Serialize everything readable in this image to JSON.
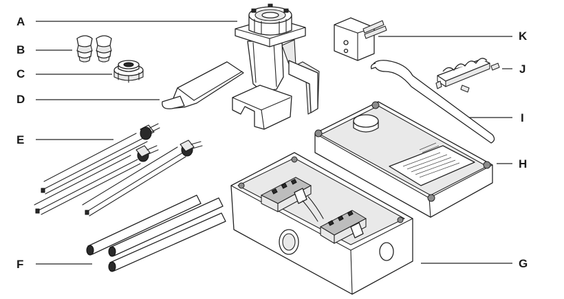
{
  "labels": {
    "A": "A",
    "B": "B",
    "C": "C",
    "D": "D",
    "E": "E",
    "F": "F",
    "G": "G",
    "H": "H",
    "I": "I",
    "J": "J",
    "K": "K"
  },
  "colors": {
    "line": "#222222",
    "part_fill": "#ffffff",
    "shade": "#e9e9e9",
    "dark_part": "#2a2a2a"
  }
}
